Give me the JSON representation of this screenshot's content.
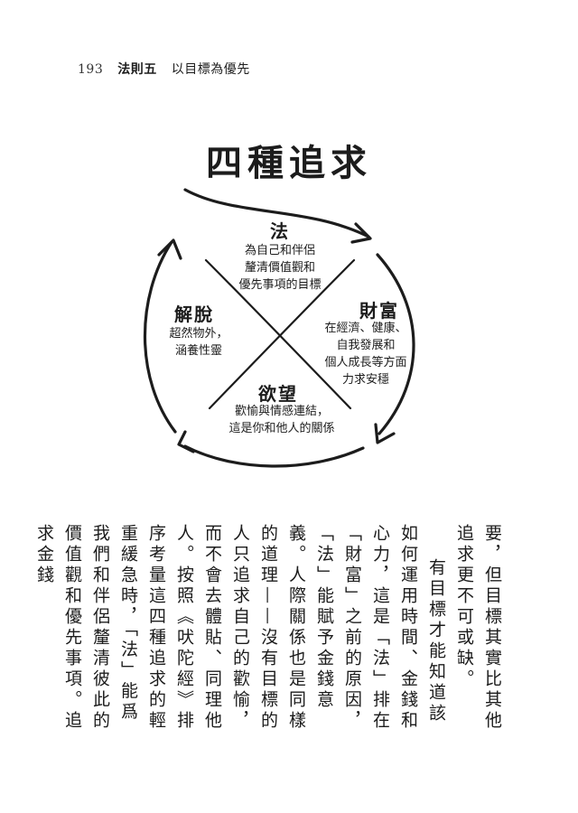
{
  "header": {
    "page_number": "193",
    "chapter": "法則五",
    "chapter_title": "以目標為優先"
  },
  "diagram": {
    "title": "四種追求",
    "quadrants": {
      "top": {
        "heading": "法",
        "lines": [
          "為自己和伴侶",
          "釐清價值觀和",
          "優先事項的目標"
        ]
      },
      "right": {
        "heading": "財富",
        "lines": [
          "在經濟、健康、",
          "自我發展和",
          "個人成長等方面",
          "力求安穩"
        ]
      },
      "left": {
        "heading": "解脫",
        "lines": [
          "超然物外，",
          "涵養性靈"
        ]
      },
      "bottom": {
        "heading": "欲望",
        "lines": [
          "歡愉與情感連結，",
          "這是你和他人的關係"
        ]
      }
    }
  },
  "body": {
    "paragraphs": [
      "要，但目標其實比其他追求更不可或缺。",
      "有目標才能知道該如何運用時間、金錢和心力，這是「法」排在「財富」之前的原因，「法」能賦予金錢意義。人際關係也是同樣的道理——沒有目標的人只追求自己的歡愉，而不會去體貼、同理他人。按照《吠陀經》排序考量這四種追求的輕重緩急時，「法」能爲我們和伴侶釐清彼此的價值觀和優先事項。追求金錢"
    ]
  }
}
